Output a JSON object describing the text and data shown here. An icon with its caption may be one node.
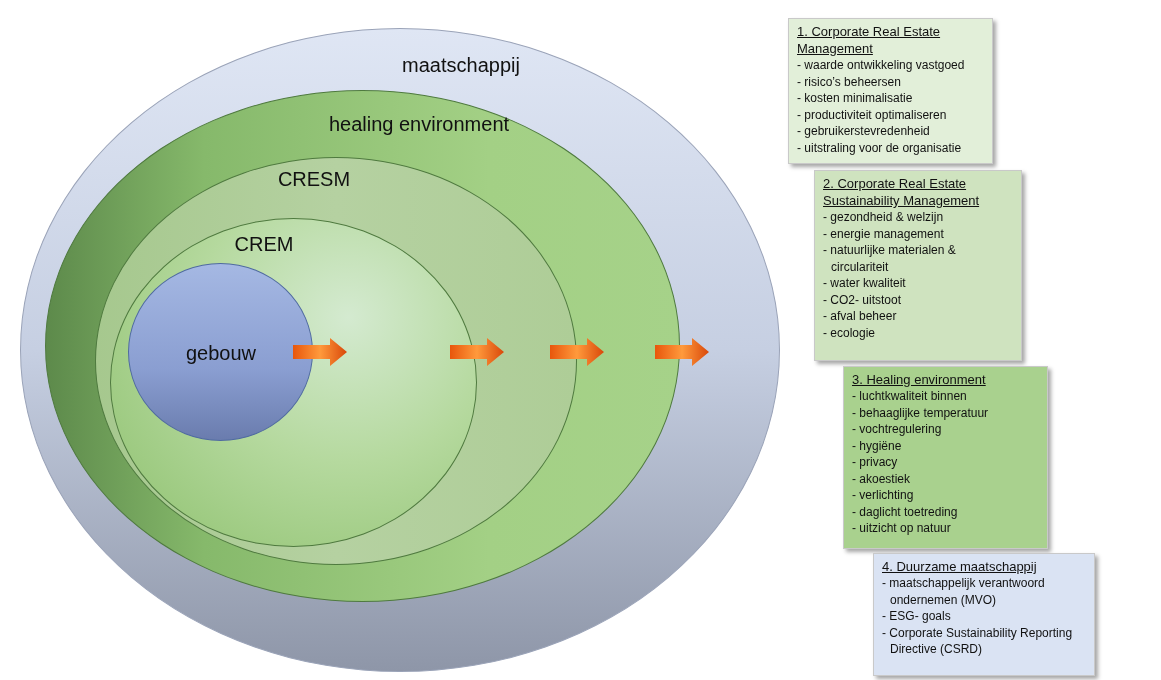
{
  "diagram": {
    "nodes": [
      {
        "text": [
          "maatschappij"
        ]
      },
      {
        "text": [
          "healing environment"
        ],
        "in": 0
      },
      {
        "text": [
          "CRESM"
        ],
        "in": 1
      },
      {
        "text": [
          "CREM"
        ],
        "in": 2
      },
      {
        "text": [
          "gebouw"
        ],
        "in": 3
      },
      {
        "text": [
          "1. Corporate Real Estate Management",
          "- waarde ontwikkeling vastgoed",
          "- risico’s beheersen",
          "- kosten minimalisatie",
          "- productiviteit optimaliseren",
          "- gebruikerstevredenheid",
          "- uitstraling voor de organisatie"
        ]
      },
      {
        "text": [
          "2. Corporate Real Estate Sustainability Management",
          "- gezondheid & welzijn",
          "- energie management",
          "- natuurlijke materialen & circulariteit",
          "- water kwaliteit",
          "- CO2- uitstoot",
          "- afval beheer",
          "- ecologie"
        ]
      },
      {
        "text": [
          "3. Healing environment",
          "- luchtkwaliteit binnen",
          "- behaaglijke temperatuur",
          "- vochtregulering",
          "- hygiëne",
          "- privacy",
          "- akoestiek",
          "- verlichting",
          "- daglicht toetreding",
          "- uitzicht op natuur"
        ]
      },
      {
        "text": [
          "4. Duurzame maatschappij",
          "- maatschappelijk verantwoord ondernemen (MVO)",
          "- ESG- goals",
          "- Corporate Sustainability Reporting Directive (CSRD)"
        ]
      }
    ]
  }
}
